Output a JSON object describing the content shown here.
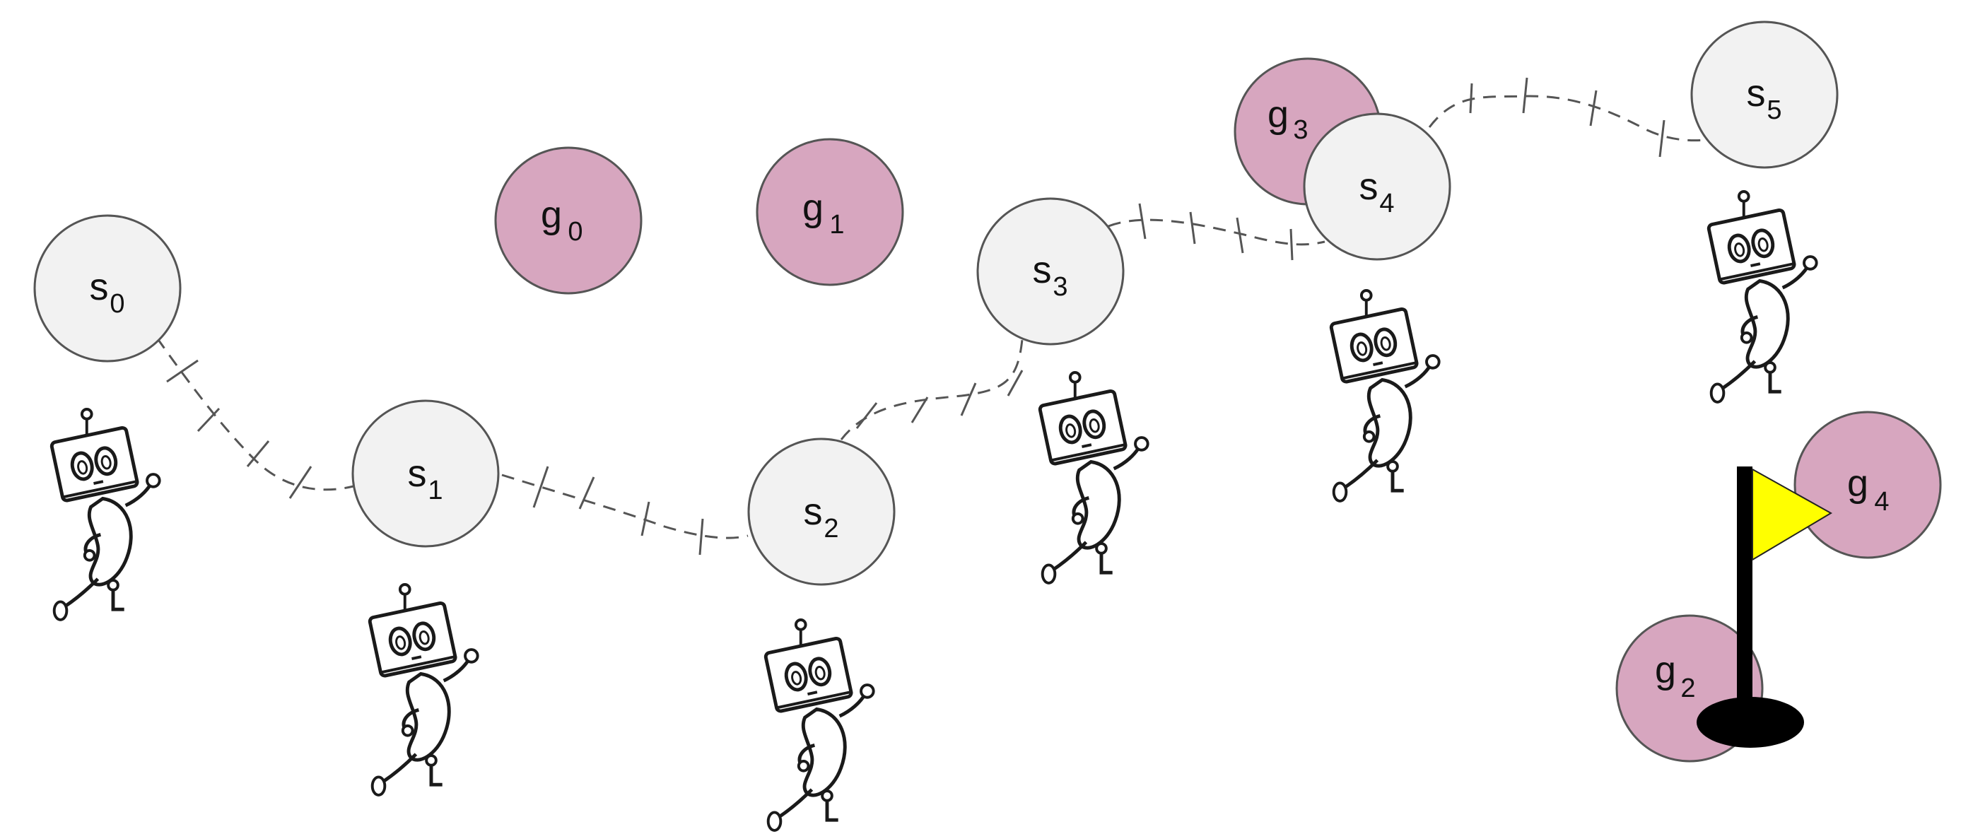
{
  "colors": {
    "state_fill": "#f2f2f2",
    "state_stroke": "#555555",
    "goal_fill": "#d7a6bf",
    "goal_stroke": "#555555",
    "path_stroke": "#555555",
    "flag_pole": "#000000",
    "flag_cloth": "#ffff00",
    "robot_stroke": "#1a1a1a"
  },
  "states": [
    {
      "base": "s",
      "sub": "0"
    },
    {
      "base": "s",
      "sub": "1"
    },
    {
      "base": "s",
      "sub": "2"
    },
    {
      "base": "s",
      "sub": "3"
    },
    {
      "base": "s",
      "sub": "4"
    },
    {
      "base": "s",
      "sub": "5"
    }
  ],
  "goals": [
    {
      "base": "g",
      "sub": "0"
    },
    {
      "base": "g",
      "sub": "1"
    },
    {
      "base": "g",
      "sub": "2"
    },
    {
      "base": "g",
      "sub": "3"
    },
    {
      "base": "g",
      "sub": "4"
    }
  ],
  "robot_icon": "robot-walking-icon",
  "flag_icon": "goal-flag-icon"
}
